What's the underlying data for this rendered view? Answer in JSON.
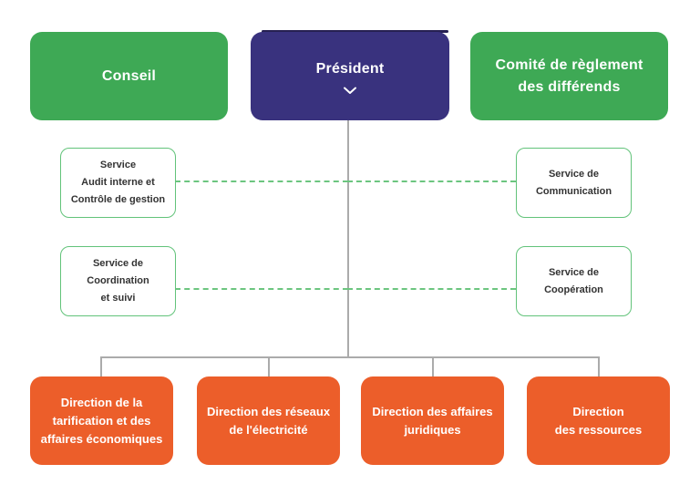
{
  "colors": {
    "green": "#3EA955",
    "purple": "#39327E",
    "purple_top_accent": "#262052",
    "orange": "#EC5E2A",
    "service_border_green": "#62C37A",
    "dashed_connector_green": "#6CC57F",
    "connector_gray": "#ABABAB",
    "service_text": "#333333",
    "box_text": "#FFFFFF"
  },
  "top_row": {
    "conseil": {
      "label": "Conseil"
    },
    "president": {
      "label": "Président",
      "chevron_icon": "chevron-down"
    },
    "comite": {
      "lines": [
        "Comité de règlement",
        "des différends"
      ]
    }
  },
  "services": [
    {
      "id": "audit",
      "lines": [
        "Service",
        "Audit interne et",
        "Contrôle de gestion"
      ]
    },
    {
      "id": "coordination",
      "lines": [
        "Service de",
        "Coordination",
        "et suivi"
      ]
    },
    {
      "id": "communication",
      "lines": [
        "Service de",
        "Communication"
      ]
    },
    {
      "id": "cooperation",
      "lines": [
        "Service de",
        "Coopération"
      ]
    }
  ],
  "directions": [
    {
      "id": "tarification",
      "lines": [
        "Direction de la",
        "tarification et des",
        "affaires économiques"
      ]
    },
    {
      "id": "reseaux",
      "lines": [
        "Direction des réseaux",
        "de l'électricité"
      ]
    },
    {
      "id": "juridiques",
      "lines": [
        "Direction des affaires",
        "juridiques"
      ]
    },
    {
      "id": "ressources",
      "lines": [
        "Direction",
        "des ressources"
      ]
    }
  ]
}
